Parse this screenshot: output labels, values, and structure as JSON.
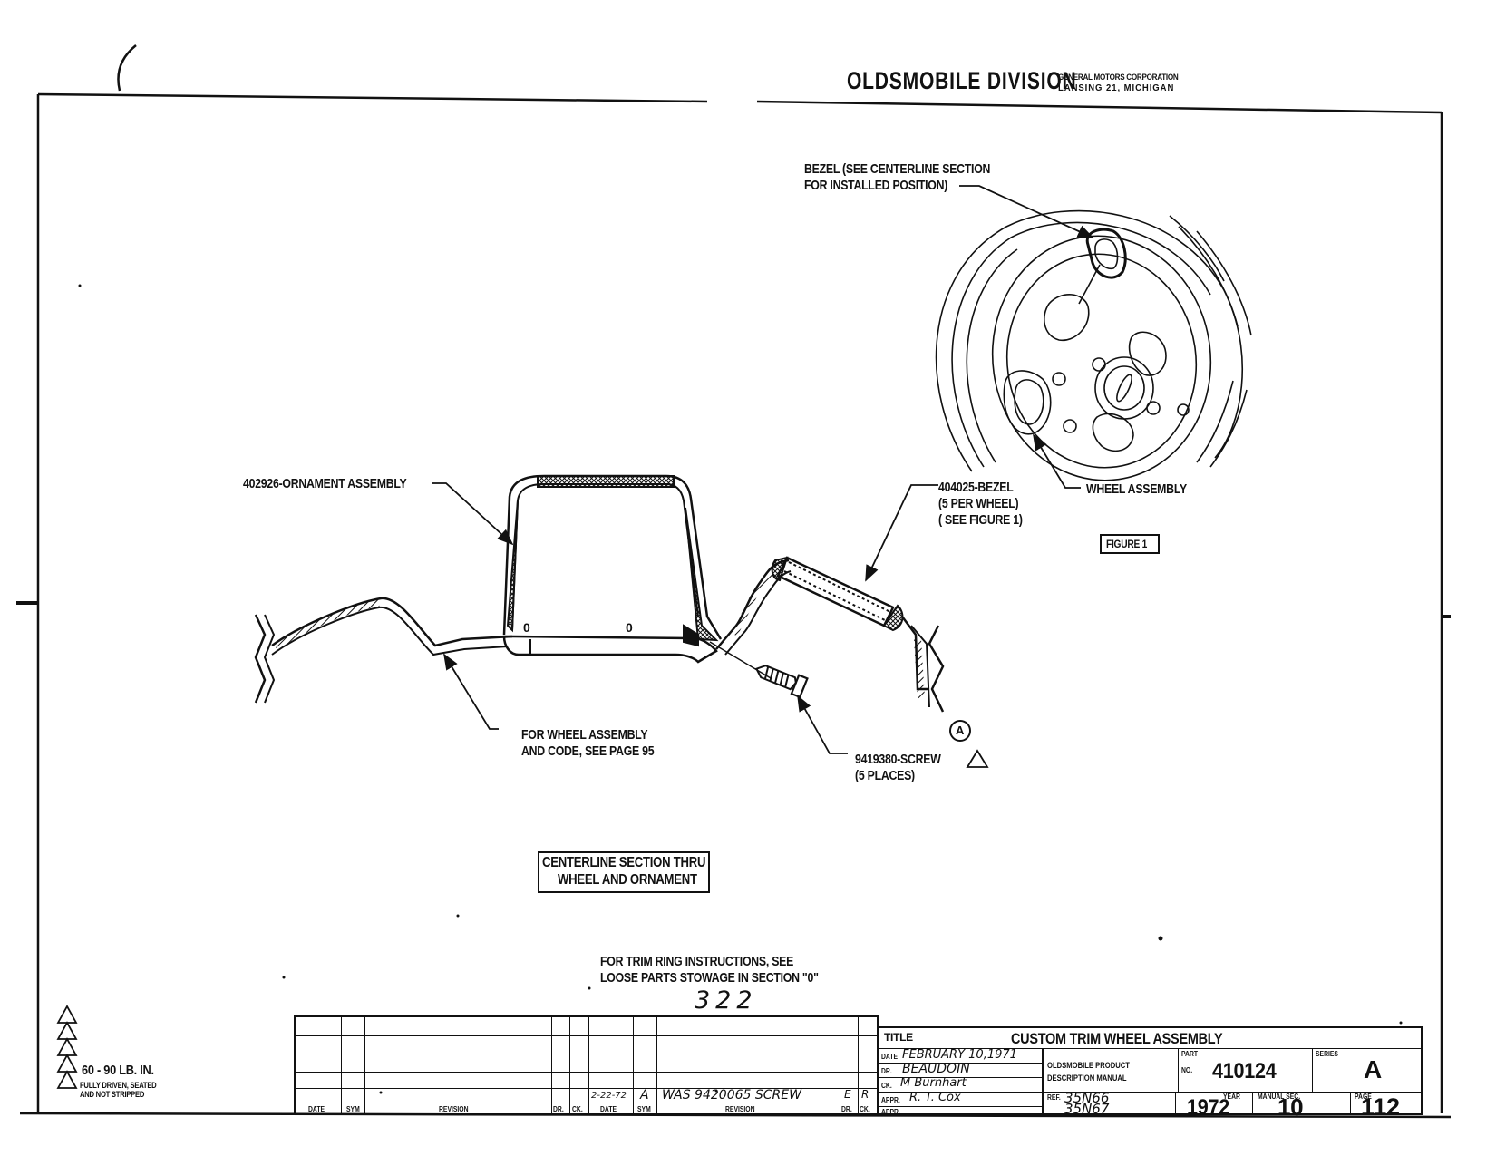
{
  "header": {
    "division": "OLDSMOBILE DIVISION",
    "corp_line1": "GENERAL MOTORS CORPORATION",
    "corp_line2": "LANSING 21, MICHIGAN"
  },
  "callouts": {
    "bezel_top_l1": "BEZEL (SEE CENTERLINE SECTION",
    "bezel_top_l2": "FOR INSTALLED POSITION)",
    "wheel_assembly": "WHEEL ASSEMBLY",
    "figure_1": "FIGURE 1",
    "ornament": "402926-ORNAMENT ASSEMBLY",
    "bezel_part_l1": "404025-BEZEL",
    "bezel_part_l2": "(5 PER WHEEL)",
    "bezel_part_l3": "( SEE FIGURE 1)",
    "for_wheel_l1": "FOR WHEEL ASSEMBLY",
    "for_wheel_l2": "AND CODE,  SEE PAGE 95",
    "screw_l1": "9419380-SCREW",
    "screw_l2": "(5 PLACES)",
    "circle_a": "A",
    "zero_left": "0",
    "zero_right": "0",
    "section_l1": "CENTERLINE SECTION THRU",
    "section_l2": "WHEEL AND ORNAMENT",
    "trim_l1": "FOR TRIM RING INSTRUCTIONS,  SEE",
    "trim_l2": "LOOSE PARTS STOWAGE IN SECTION \"0\"",
    "handwritten_page": "322"
  },
  "notes": {
    "torque": "60 - 90 LB.  IN.",
    "note_l1": "FULLY DRIVEN, SEATED",
    "note_l2": "AND NOT STRIPPED"
  },
  "revision": {
    "headers": [
      "DATE",
      "SYM",
      "REVISION",
      "DR.",
      "CK.",
      "DATE",
      "SYM",
      "REVISION",
      "DR.",
      "CK."
    ],
    "entry_date": "2-22-72",
    "entry_sym": "A",
    "entry_text": "WAS 9420065 SCREW",
    "entry_dr": "E",
    "entry_ck": "R"
  },
  "title_block": {
    "title_label": "TITLE",
    "title": "CUSTOM TRIM WHEEL ASSEMBLY",
    "date_label": "DATE",
    "date": "FEBRUARY 10,1971",
    "dr_label": "DR.",
    "dr": "BEAUDOIN",
    "ck_label": "CK.",
    "ck": "M Burnhart",
    "appr_label": "APPR.",
    "appr": "R. T. Cox",
    "appr2_label": "APPR.",
    "manual_l1": "OLDSMOBILE PRODUCT",
    "manual_l2": "DESCRIPTION MANUAL",
    "part_label": "PART",
    "no_label": "NO.",
    "part_no": "410124",
    "series_label": "SERIES",
    "series": "A",
    "ref_label": "REF.",
    "ref1": "35N66",
    "ref2": "35N67",
    "year_label": "YEAR",
    "year": "1972",
    "manual_sec_label": "MANUAL SEC.",
    "manual_sec": "10",
    "page_label": "PAGE",
    "page": "112"
  }
}
